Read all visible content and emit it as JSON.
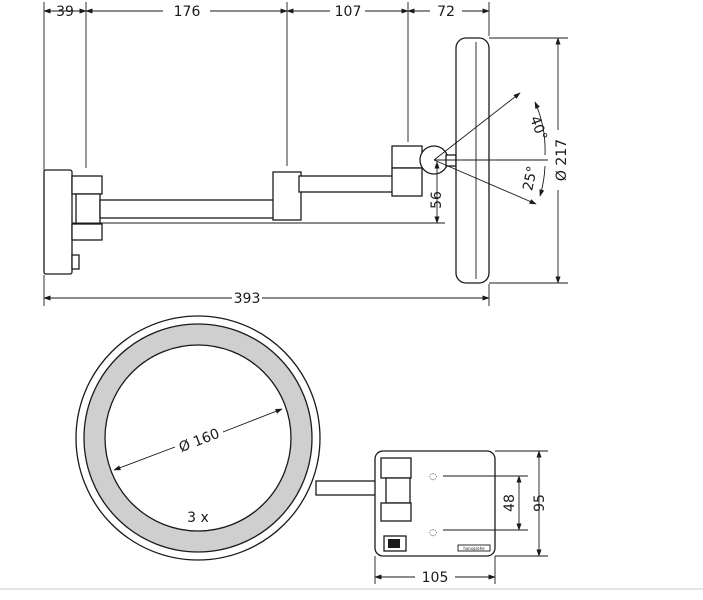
{
  "side_view": {
    "dim_39": "39",
    "dim_176": "176",
    "dim_107": "107",
    "dim_72": "72",
    "dim_40deg": "40°",
    "dim_25deg": "25°",
    "dim_217": "Ø 217",
    "dim_56": "56",
    "dim_393": "393"
  },
  "front_view": {
    "dim_160": "Ø 160",
    "magnification": "3 x",
    "dim_48": "48",
    "dim_95": "95",
    "dim_105": "105",
    "brand_mark": "hansgrohe"
  },
  "colors": {
    "line": "#1a1a1a",
    "fill_gray": "#cfcfcf",
    "background": "#ffffff"
  }
}
